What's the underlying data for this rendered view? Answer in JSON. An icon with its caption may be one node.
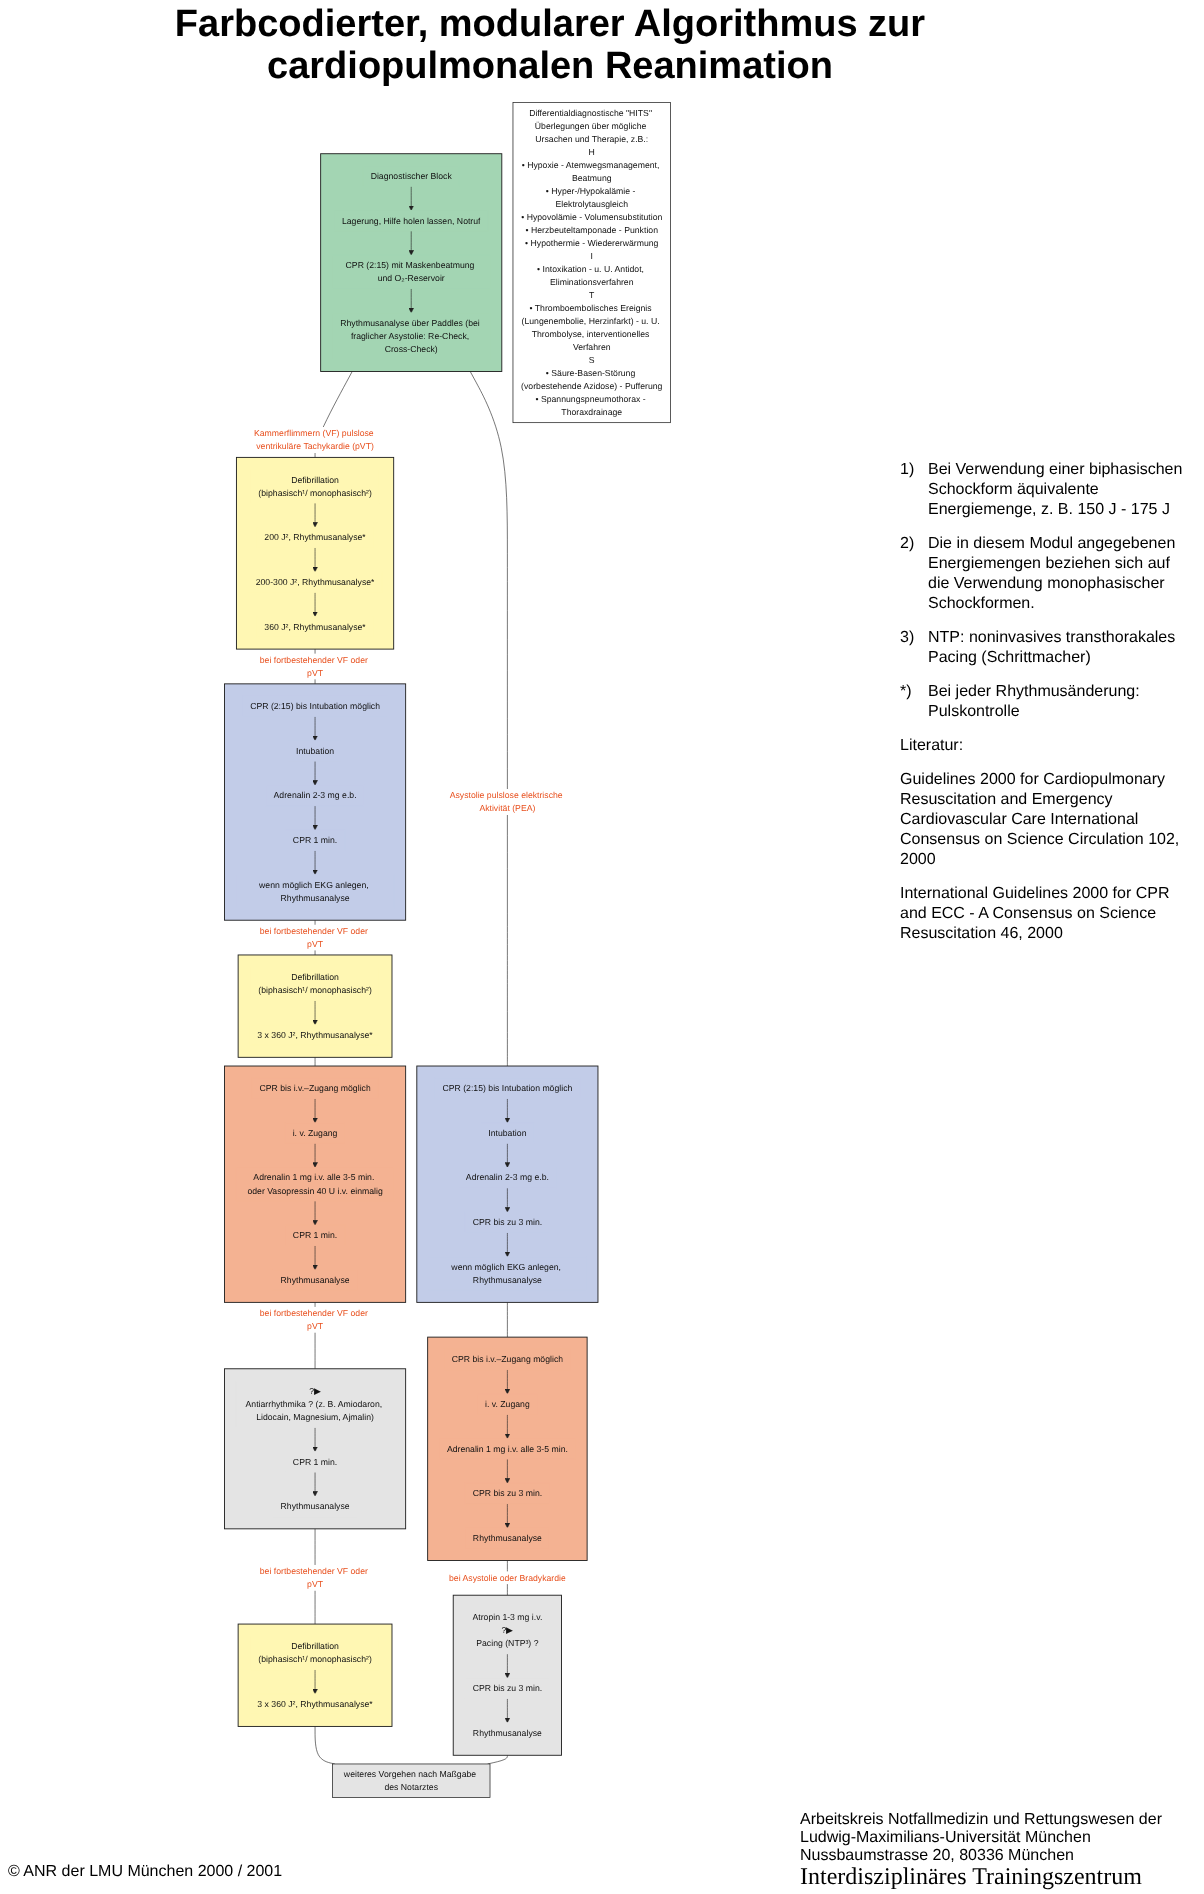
{
  "diagram": {
    "title": "Farbcodierter, modularer Algorithmus zur cardiopulmonalen Reanimation",
    "nodes": [
      {
        "text": [],
        "shape": "box"
      },
      {
        "text": [
          "Diagnostischer Block"
        ],
        "in": 0
      },
      {
        "text": [
          "Lagerung, Hilfe holen lassen, Notruf"
        ],
        "in": 0
      },
      {
        "text": [
          "CPR (2:15) mit Maskenbeatmung und O₂-Reservoir"
        ],
        "in": 0
      },
      {
        "text": [
          "Rhythmusanalyse über Paddles (bei fraglicher Asystolie: Re-Check, Cross-Check)"
        ],
        "in": 0
      },
      {
        "text": [],
        "shape": "box"
      },
      {
        "text": [
          "Defibrillation",
          "(biphasisch¹/ monophasisch²)"
        ],
        "in": 5
      },
      {
        "text": [
          "200 J², Rhythmusanalyse*"
        ],
        "in": 5
      },
      {
        "text": [
          "200-300 J², Rhythmusanalyse*"
        ],
        "in": 5
      },
      {
        "text": [
          "360 J², Rhythmusanalyse*"
        ],
        "in": 5
      },
      {
        "text": [],
        "shape": "box"
      },
      {
        "text": [
          "CPR (2:15) bis Intubation möglich"
        ],
        "in": 10
      },
      {
        "text": [
          "Intubation"
        ],
        "in": 10
      },
      {
        "text": [
          "Adrenalin 2-3 mg e.b."
        ],
        "in": 10
      },
      {
        "text": [
          "CPR 1 min."
        ],
        "in": 10
      },
      {
        "text": [
          "wenn möglich EKG anlegen, Rhythmusanalyse"
        ],
        "in": 10
      },
      {
        "text": [],
        "shape": "box"
      },
      {
        "text": [
          "CPR (2:15) bis Intubation möglich"
        ],
        "in": 16
      },
      {
        "text": [
          "Intubation"
        ],
        "in": 16
      },
      {
        "text": [
          "Adrenalin 2-3 mg e.b."
        ],
        "in": 16
      },
      {
        "text": [
          "CPR bis zu 3 min."
        ],
        "in": 16
      },
      {
        "text": [
          "wenn möglich EKG anlegen, Rhythmusanalyse"
        ],
        "in": 16
      },
      {
        "text": [],
        "shape": "box"
      },
      {
        "text": [
          "Defibrillation",
          "(biphasisch¹/ monophasisch²)"
        ],
        "in": 22
      },
      {
        "text": [
          "3 x 360 J², Rhythmusanalyse*"
        ],
        "in": 22
      },
      {
        "text": [],
        "shape": "box"
      },
      {
        "text": [
          "CPR bis i.v.–Zugang möglich"
        ],
        "in": 25
      },
      {
        "text": [
          "i. v. Zugang"
        ],
        "in": 25
      },
      {
        "text": [
          "Adrenalin 1 mg i.v. alle 3-5 min. oder Vasopressin 40 U i.v. einmalig"
        ],
        "in": 25
      },
      {
        "text": [
          "CPR 1 min."
        ],
        "in": 25
      },
      {
        "text": [
          "Rhythmusanalyse"
        ],
        "in": 25
      },
      {
        "text": [],
        "shape": "box"
      },
      {
        "text": [
          "CPR bis i.v.–Zugang möglich"
        ],
        "in": 31
      },
      {
        "text": [
          "i. v. Zugang"
        ],
        "in": 31
      },
      {
        "text": [
          "Adrenalin 1 mg i.v. alle 3-5 min."
        ],
        "in": 31
      },
      {
        "text": [
          "CPR bis zu 3 min."
        ],
        "in": 31
      },
      {
        "text": [
          "Rhythmusanalyse"
        ],
        "in": 31
      },
      {
        "text": [],
        "shape": "box"
      },
      {
        "text": [
          "?▶",
          "Antiarrhythmika ? (z. B. Amiodaron, Lidocain, Magnesium, Ajmalin)"
        ],
        "in": 37
      },
      {
        "text": [
          "CPR 1 min."
        ],
        "in": 37
      },
      {
        "text": [
          "Rhythmusanalyse"
        ],
        "in": 37
      },
      {
        "text": [],
        "shape": "box"
      },
      {
        "text": [
          "Atropin 1-3 mg i.v.",
          "?▶",
          "Pacing (NTP³) ?"
        ],
        "in": 41
      },
      {
        "text": [
          "CPR bis zu 3 min."
        ],
        "in": 41
      },
      {
        "text": [
          "Rhythmusanalyse"
        ],
        "in": 41
      },
      {
        "text": [],
        "shape": "box"
      },
      {
        "text": [
          "Defibrillation",
          "(biphasisch¹/ monophasisch²)"
        ],
        "in": 45
      },
      {
        "text": [
          "3 x 360 J², Rhythmusanalyse*"
        ],
        "in": 45
      },
      {
        "text": [
          "weiteres Vorgehen nach Maßgabe des Notarztes"
        ]
      },
      {
        "text": [
          "Differentialdiagnostische \"HITS\" Überlegungen über mögliche Ursachen und Therapie, z.B.:",
          "H",
          "• Hypoxie - Atemwegsmanagement, Beatmung",
          "• Hyper-/Hypokalämie - Elektrolytausgleich",
          "• Hypovolämie - Volumensubstitution",
          "• Herzbeuteltamponade - Punktion",
          "• Hypothermie - Wiedererwärmung",
          "I",
          "• Intoxikation - u. U. Antidot, Eliminationsverfahren",
          "T",
          "• Thromboembolisches Ereignis (Lungenembolie, Herzinfarkt) - u. U. Thrombolyse, interventionelles Verfahren",
          "S",
          "• Säure-Basen-Störung (vorbestehende Azidose) - Pufferung",
          "• Spannungspneumothorax - Thoraxdrainage"
        ]
      }
    ],
    "edges": [
      {
        "from": 1,
        "to": 2,
        "arrow": "to"
      },
      {
        "from": 2,
        "to": 3,
        "arrow": "to"
      },
      {
        "from": 3,
        "to": 4,
        "arrow": "to"
      },
      {
        "from": 0,
        "to": 5,
        "arrow": "none",
        "label": "Kammerflimmern (VF) pulslose ventrikuläre Tachykardie (pVT)"
      },
      {
        "from": 0,
        "to": 16,
        "arrow": "none",
        "label": "Asystolie pulslose elektrische Aktivität (PEA)"
      },
      {
        "from": 6,
        "to": 7,
        "arrow": "to"
      },
      {
        "from": 7,
        "to": 8,
        "arrow": "to"
      },
      {
        "from": 8,
        "to": 9,
        "arrow": "to"
      },
      {
        "from": 5,
        "to": 10,
        "arrow": "none",
        "label": "bei fortbestehender VF oder pVT"
      },
      {
        "from": 11,
        "to": 12,
        "arrow": "to"
      },
      {
        "from": 12,
        "to": 13,
        "arrow": "to"
      },
      {
        "from": 13,
        "to": 14,
        "arrow": "to"
      },
      {
        "from": 14,
        "to": 15,
        "arrow": "to"
      },
      {
        "from": 17,
        "to": 18,
        "arrow": "to"
      },
      {
        "from": 18,
        "to": 19,
        "arrow": "to"
      },
      {
        "from": 19,
        "to": 20,
        "arrow": "to"
      },
      {
        "from": 20,
        "to": 21,
        "arrow": "to"
      },
      {
        "from": 10,
        "to": 22,
        "arrow": "none",
        "label": "bei fortbestehender VF oder pVT"
      },
      {
        "from": 23,
        "to": 24,
        "arrow": "to"
      },
      {
        "from": 22,
        "to": 25,
        "arrow": "none"
      },
      {
        "from": 16,
        "to": 31,
        "arrow": "none"
      },
      {
        "from": 26,
        "to": 27,
        "arrow": "to"
      },
      {
        "from": 27,
        "to": 28,
        "arrow": "to"
      },
      {
        "from": 28,
        "to": 29,
        "arrow": "to"
      },
      {
        "from": 29,
        "to": 30,
        "arrow": "to"
      },
      {
        "from": 32,
        "to": 33,
        "arrow": "to"
      },
      {
        "from": 33,
        "to": 34,
        "arrow": "to"
      },
      {
        "from": 34,
        "to": 35,
        "arrow": "to"
      },
      {
        "from": 35,
        "to": 36,
        "arrow": "to"
      },
      {
        "from": 25,
        "to": 37,
        "arrow": "none",
        "label": "bei fortbestehender VF oder pVT"
      },
      {
        "from": 31,
        "to": 41,
        "arrow": "none",
        "label": "bei Asystolie oder Bradykardie"
      },
      {
        "from": 38,
        "to": 39,
        "arrow": "to"
      },
      {
        "from": 39,
        "to": 40,
        "arrow": "to"
      },
      {
        "from": 42,
        "to": 43,
        "arrow": "to"
      },
      {
        "from": 43,
        "to": 44,
        "arrow": "to"
      },
      {
        "from": 37,
        "to": 45,
        "arrow": "none",
        "label": "bei fortbestehender VF oder pVT"
      },
      {
        "from": 46,
        "to": 47,
        "arrow": "to"
      },
      {
        "from": 45,
        "to": 48,
        "arrow": "none"
      },
      {
        "from": 41,
        "to": 48,
        "arrow": "none"
      }
    ],
    "labels": [
      "1)",
      "Bei Verwendung einer biphasischen Schockform äquivalente Energiemenge, z. B. 150 J - 175 J",
      "2)",
      "Die in diesem Modul angegebenen Energiemengen beziehen sich auf die Verwendung monophasischer Schockformen.",
      "3)",
      "NTP: noninvasives transthorakales Pacing (Schrittmacher)",
      "*)",
      "Bei jeder Rhythmusänderung: Pulskontrolle",
      "Literatur:",
      "Guidelines 2000 for Cardiopulmonary Resuscitation and Emergency Cardiovascular Care International Consensus on Science Circulation 102, 2000",
      "International Guidelines 2000 for CPR and ECC - A Consensus on Science Resuscitation 46, 2000",
      "© ANR der LMU München 2000 / 2001",
      "Arbeitskreis Notfallmedizin und Rettungswesen der Ludwig-Maximilians-Universität München Nussbaumstrasse 20, 80336 München",
      "Interdisziplinäres Trainingszentrum"
    ]
  }
}
